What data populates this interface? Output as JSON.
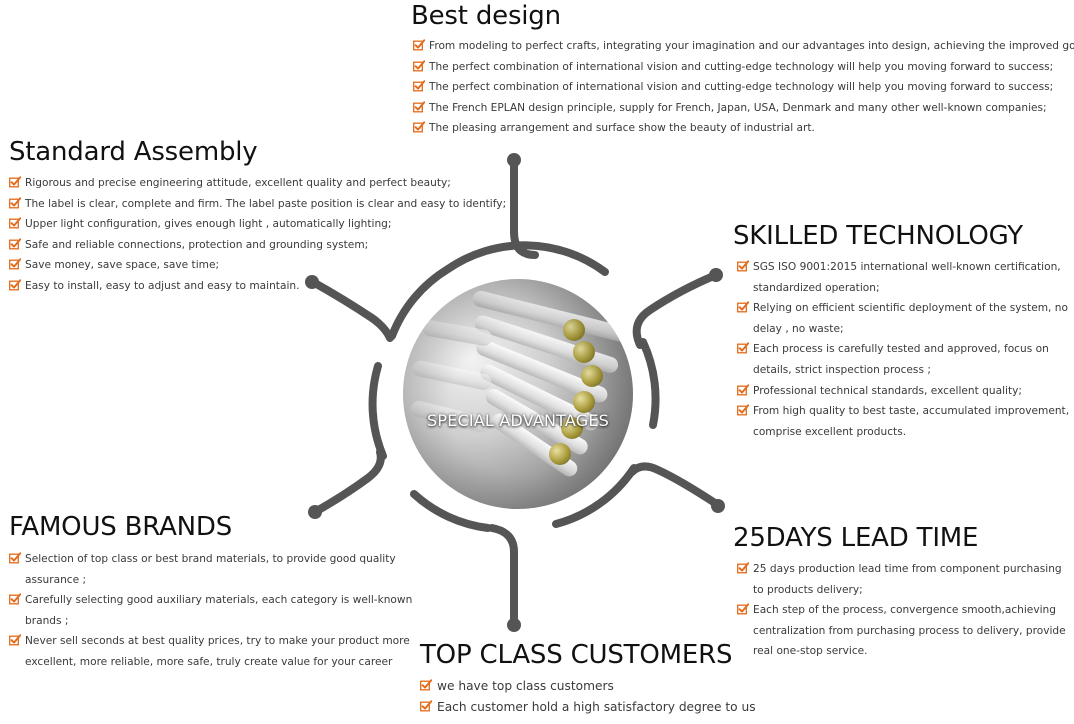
{
  "accent_color": "#e46a1a",
  "connector_color": "#555555",
  "hub": {
    "label": "SPECIAL ADVANTAGES"
  },
  "sections": {
    "best_design": {
      "title": "Best design",
      "items": [
        "From modeling to perfect crafts, integrating your imagination and our advantages into design,  achieving the improved goal;",
        "The perfect combination of international vision and cutting-edge technology will help you moving forward to success;",
        "The perfect combination of international vision and cutting-edge technology will help you moving forward to success;",
        "The French EPLAN design principle, supply for French, Japan, USA, Denmark and many other well-known companies;",
        "The pleasing arrangement and surface show the beauty of industrial art."
      ]
    },
    "standard_assembly": {
      "title": "Standard Assembly",
      "items": [
        "Rigorous and precise engineering attitude, excellent quality and perfect beauty;",
        "The label is clear, complete and firm. The label paste position is clear and easy to identify;",
        "Upper light configuration, gives enough light , automatically lighting;",
        "Safe and reliable connections, protection and grounding system;",
        "Save money, save space, save time;",
        "Easy to install, easy to adjust and easy to maintain."
      ]
    },
    "skilled_technology": {
      "title": "SKILLED TECHNOLOGY",
      "items": [
        "SGS ISO 9001:2015 international well-known certification, standardized operation;",
        "Relying on efficient scientific deployment of the system, no delay , no waste;",
        "Each process is carefully tested and approved, focus on details, strict inspection process ;",
        "Professional technical standards, excellent quality;",
        "From high quality to best taste, accumulated improvement, comprise excellent products."
      ]
    },
    "famous_brands": {
      "title": "FAMOUS BRANDS",
      "items": [
        "Selection of top class or best brand materials, to provide good quality assurance ;",
        "Carefully selecting  good auxiliary materials, each category is well-known brands ;",
        "Never sell seconds at best quality prices, try to make your product more excellent, more reliable, more safe, truly  create value for your career"
      ]
    },
    "lead_time": {
      "title": "25DAYS LEAD TIME",
      "items": [
        "25 days production lead time from component purchasing to products delivery;",
        "Each step of the process, convergence smooth,achieving centralization from purchasing process to delivery, provide real one-stop service."
      ]
    },
    "top_customers": {
      "title": "TOP CLASS CUSTOMERS",
      "items": [
        "we have top class customers",
        "Each customer hold a high satisfactory degree to us"
      ]
    }
  },
  "icons": {
    "bullet": "check-box-icon"
  }
}
